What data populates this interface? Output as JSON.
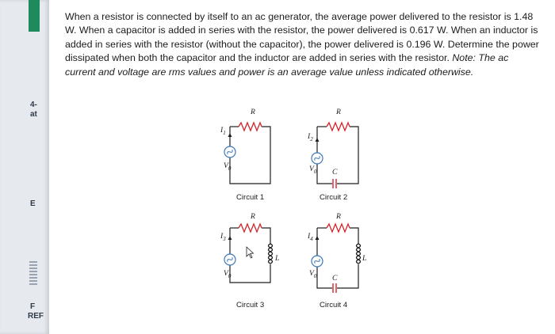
{
  "sidebar": {
    "items": [
      "4-",
      "at",
      "E",
      "F",
      "REF"
    ]
  },
  "problem": {
    "text": "When a resistor is connected by itself to an ac generator, the average power delivered to the resistor is 1.48 W. When a capacitor is added in series with the resistor, the power delivered is 0.617 W. When an inductor is added in series with the resistor (without the capacitor), the power delivered is 0.196 W. Determine the power dissipated when both the capacitor and the inductor are added in series with the resistor.",
    "note": "Note: The ac current and voltage are rms values and power is an average value unless indicated otherwise."
  },
  "figure": {
    "labels": {
      "R": "R",
      "C": "C",
      "L": "L",
      "V0": "V",
      "V0_sub": "0",
      "I1": "I",
      "I1_sub": "1",
      "I2": "I",
      "I2_sub": "2",
      "I3": "I",
      "I3_sub": "3",
      "I4": "I",
      "I4_sub": "4"
    },
    "captions": [
      "Circuit 1",
      "Circuit 2",
      "Circuit 3",
      "Circuit 4"
    ]
  },
  "colors": {
    "resistor": "#d4252d",
    "capacitor": "#d4252d",
    "inductor": "#1f1f1f",
    "source": "#3b78b8",
    "wire": "#1f1f1f",
    "sidebar_accent": "#1f8a5c"
  }
}
